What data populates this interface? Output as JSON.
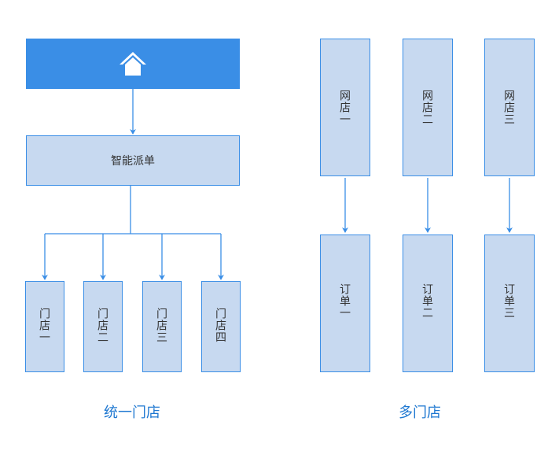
{
  "colors": {
    "accent": "#3a8ee6",
    "box_fill": "#c7d9f0",
    "caption": "#1f78d1",
    "text": "#333333"
  },
  "left": {
    "hq_icon": "home-icon",
    "dispatch": "智能派单",
    "stores": [
      "门店一",
      "门店二",
      "门店三",
      "门店四"
    ],
    "caption": "统一门店"
  },
  "right": {
    "shops": [
      "网店一",
      "网店二",
      "网店三"
    ],
    "orders": [
      "订单一",
      "订单二",
      "订单三"
    ],
    "caption": "多门店"
  }
}
